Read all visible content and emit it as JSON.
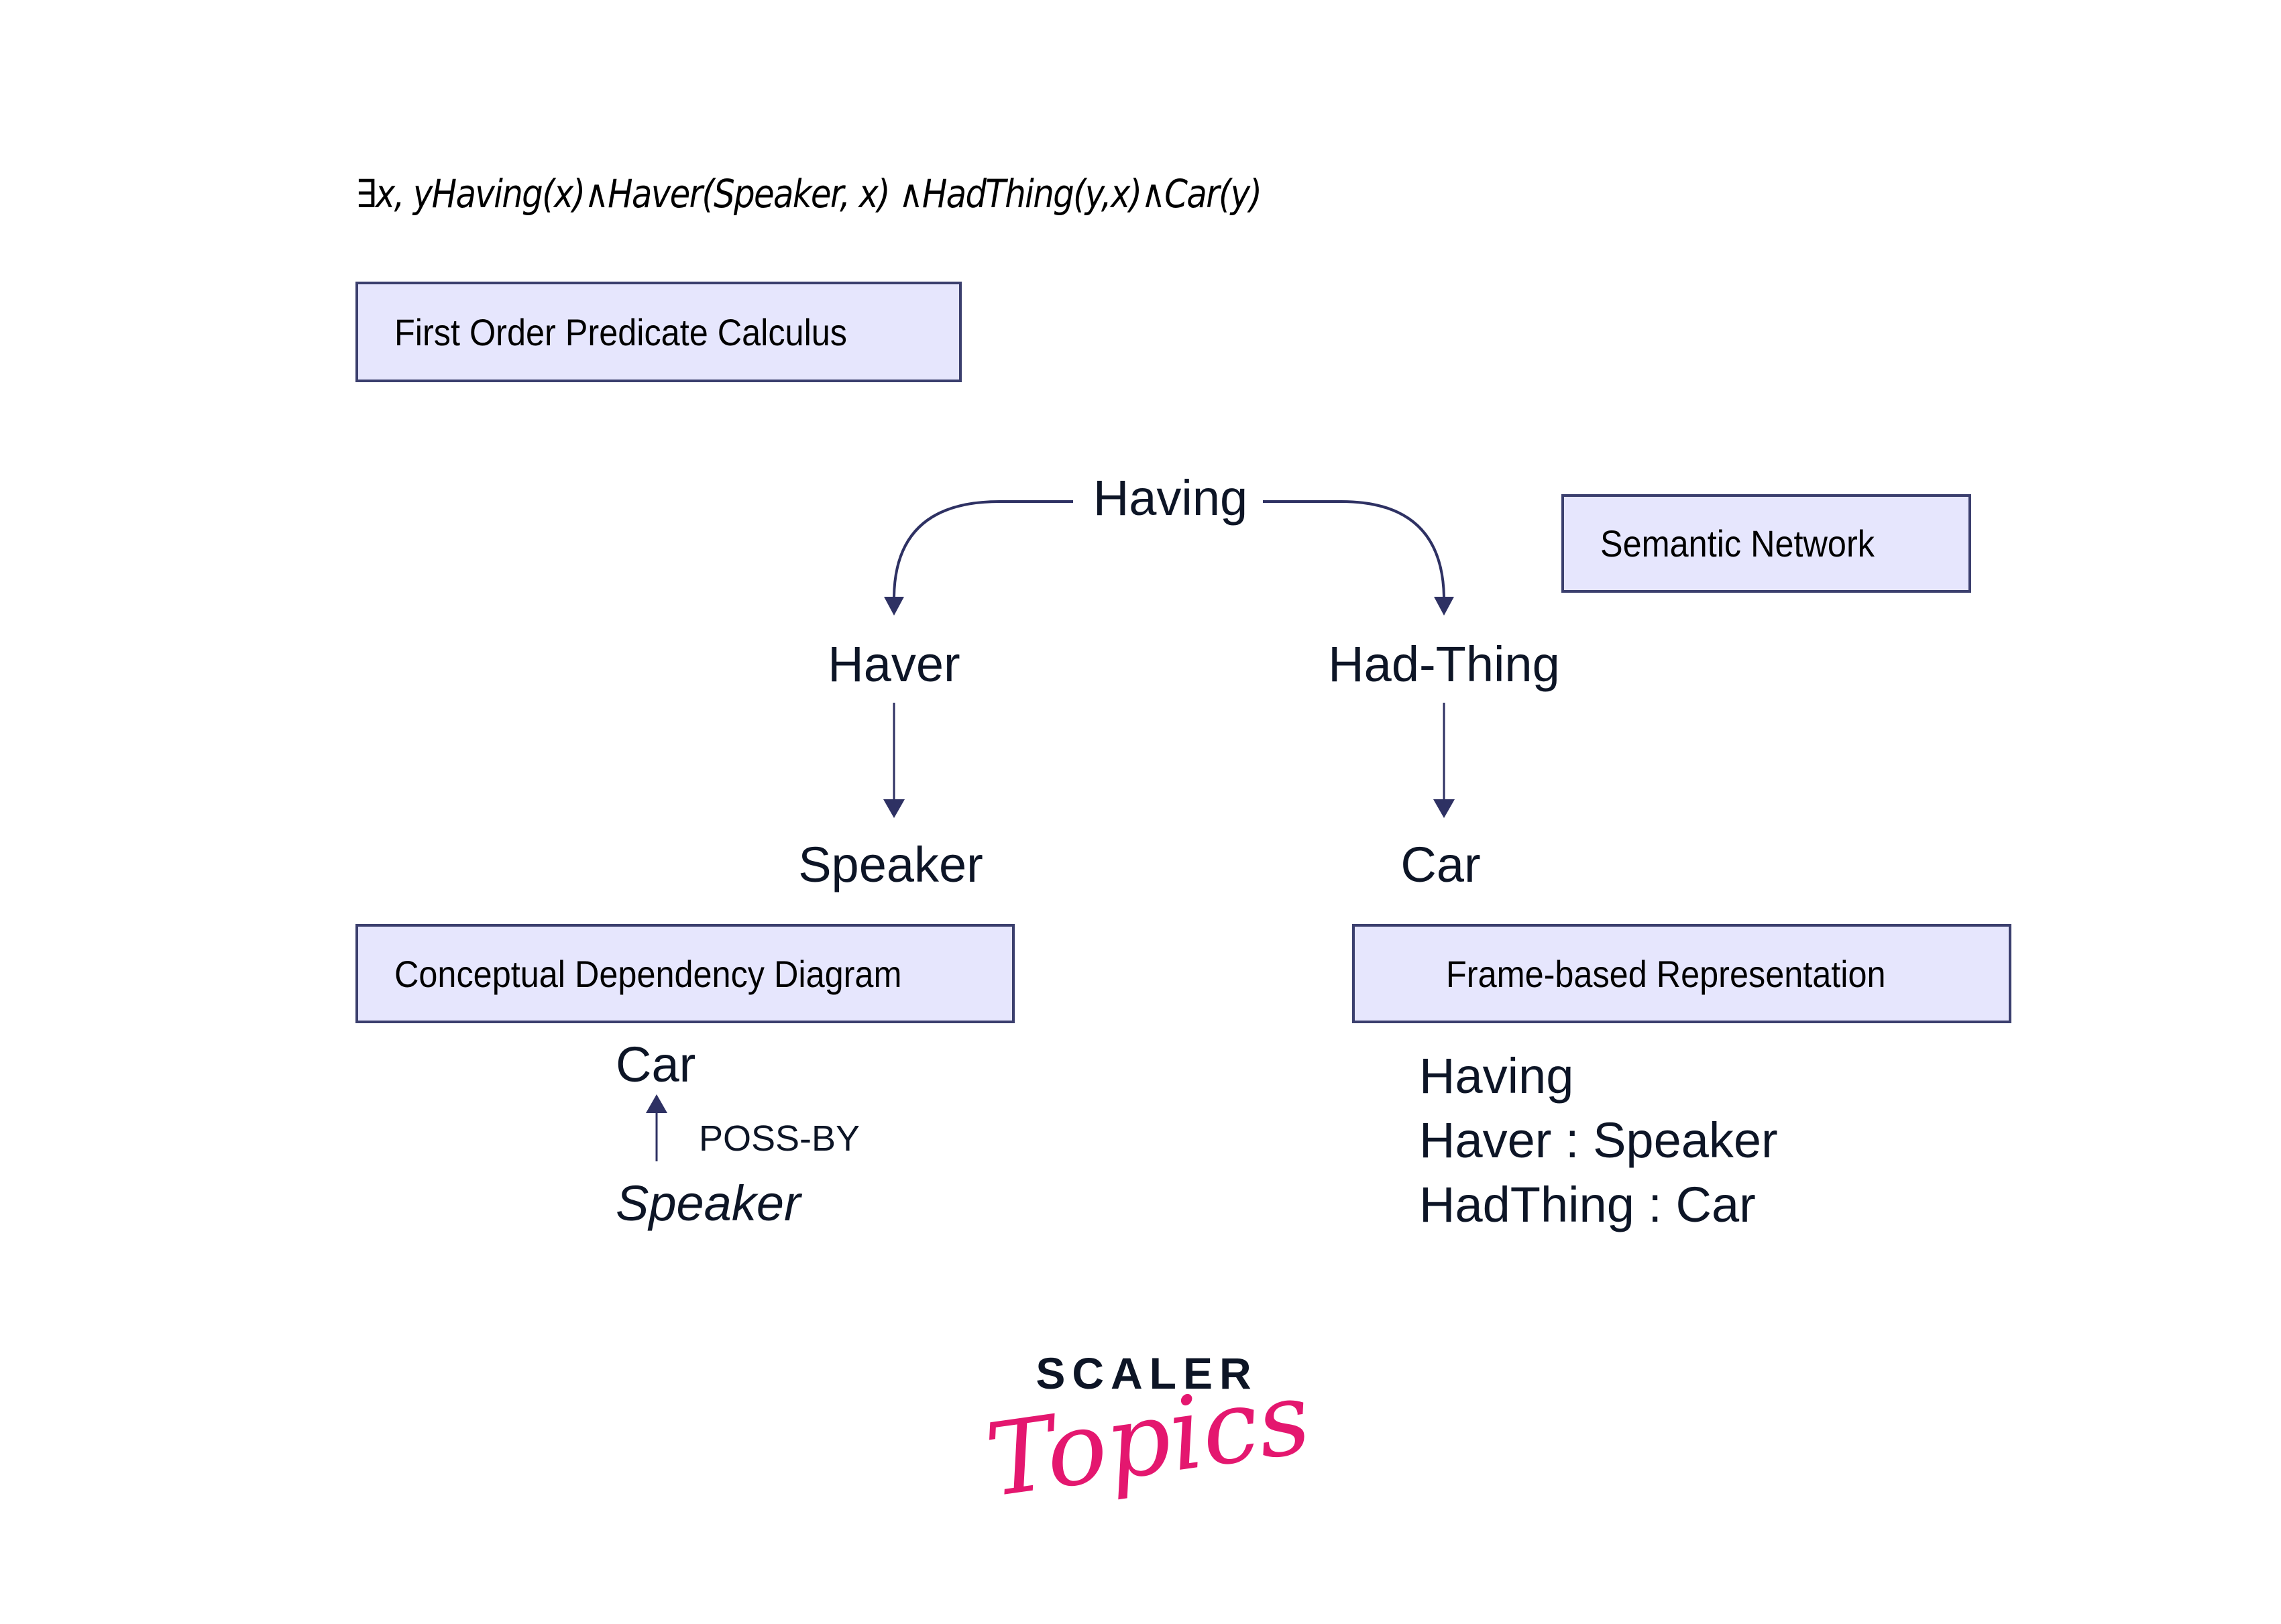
{
  "formula": "∃x, yHaving(x)∧Haver(Speaker, x) ∧HadThing(y,x)∧Car(y)",
  "boxes": {
    "first_order": "First Order Predicate Calculus",
    "semantic_network": "Semantic Network",
    "conceptual_dependency": "Conceptual Dependency Diagram",
    "frame_based": "Frame-based Representation"
  },
  "semantic_network": {
    "root": "Having",
    "left_relation": "Haver",
    "right_relation": "Had-Thing",
    "left_value": "Speaker",
    "right_value": "Car"
  },
  "conceptual_dependency": {
    "object": "Car",
    "relation": "POSS-BY",
    "actor": "Speaker"
  },
  "frame": {
    "lines": [
      "Having",
      "Haver : Speaker",
      "HadThing : Car"
    ]
  },
  "logo": {
    "brand": "SCALER",
    "sub": "Topics"
  },
  "colors": {
    "box_fill": "#e6e6fd",
    "box_border": "#3b3f6e",
    "arrow": "#2e3163",
    "text": "#0d1526",
    "logo_pink": "#e4176f"
  }
}
